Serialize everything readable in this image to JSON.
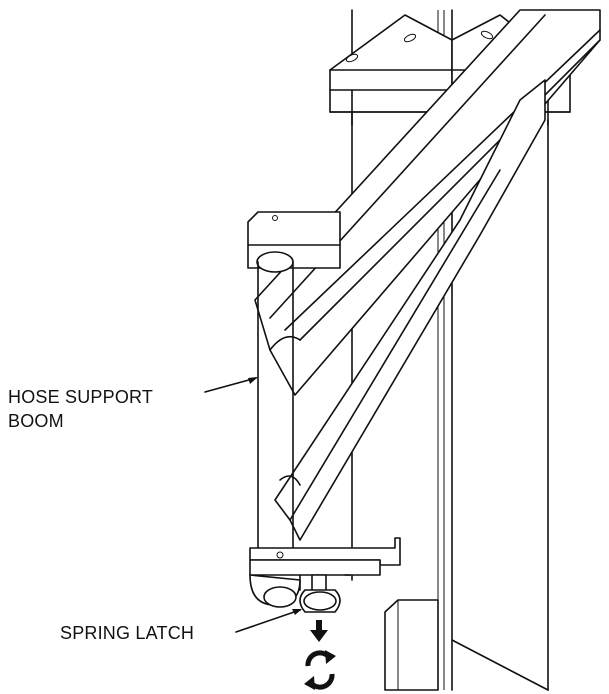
{
  "labels": {
    "hose_support_boom_line1": "HOSE SUPPORT",
    "hose_support_boom_line2": "BOOM",
    "spring_latch": "SPRING LATCH"
  },
  "icons": {
    "rotate": "rotate-arrows-icon",
    "pull": "arrow-down-icon"
  },
  "colors": {
    "ink": "#111111",
    "paper": "#ffffff"
  }
}
